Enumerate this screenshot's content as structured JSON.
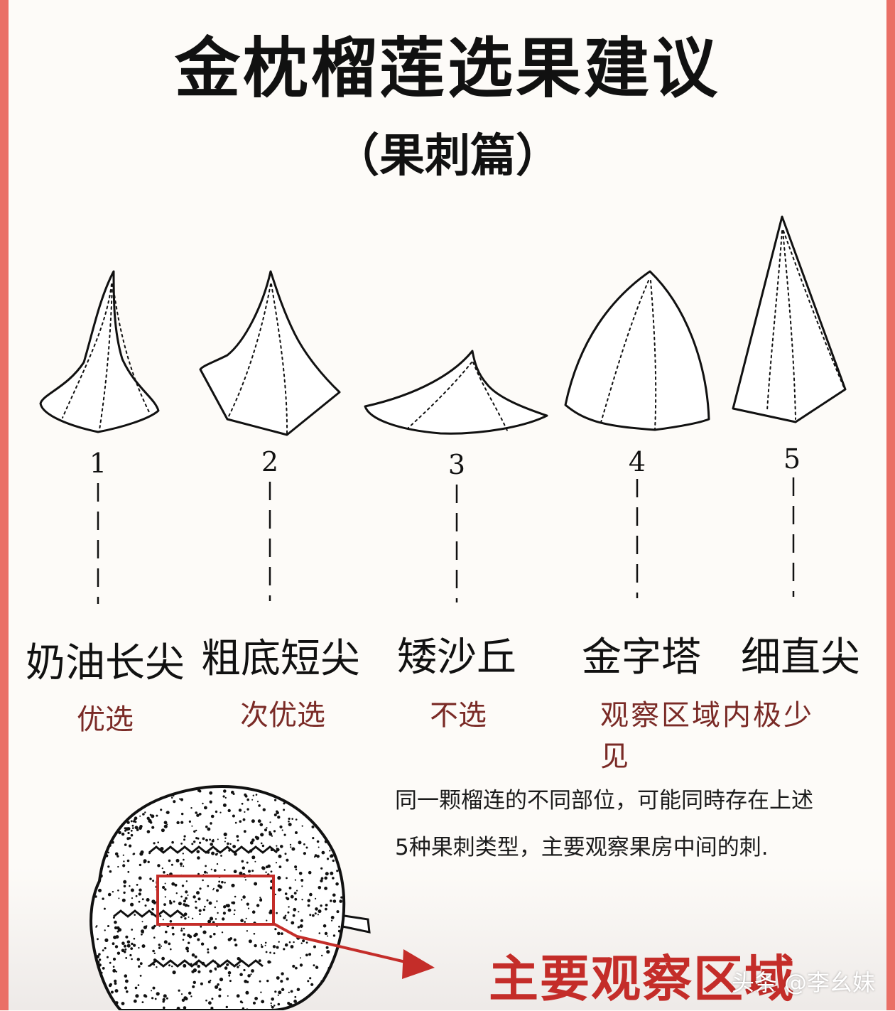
{
  "title": "金枕榴莲选果建议",
  "subtitle": "（果刺篇）",
  "spines": [
    {
      "number": "1",
      "name": "奶油长尖",
      "verdict": "优选"
    },
    {
      "number": "2",
      "name": "粗底短尖",
      "verdict": "次优选"
    },
    {
      "number": "3",
      "name": "矮沙丘",
      "verdict": "不选"
    },
    {
      "number": "4",
      "name": "金字塔",
      "verdict": ""
    },
    {
      "number": "5",
      "name": "细直尖",
      "verdict": ""
    }
  ],
  "shared_verdict": "观察区域内极少见",
  "note": {
    "line1": "同一颗榴连的不同部位，可能同時存在上述",
    "line2": "5种果刺类型，主要观察果房中间的刺."
  },
  "observation_label": "主要观察区域",
  "watermark": "头条 @李幺妹",
  "colors": {
    "frame": "#ea6f66",
    "verdict": "#7a2a26",
    "highlight": "#c42d29"
  },
  "icons": {
    "fruit": "durian-icon",
    "arrow": "arrow-right-icon"
  }
}
